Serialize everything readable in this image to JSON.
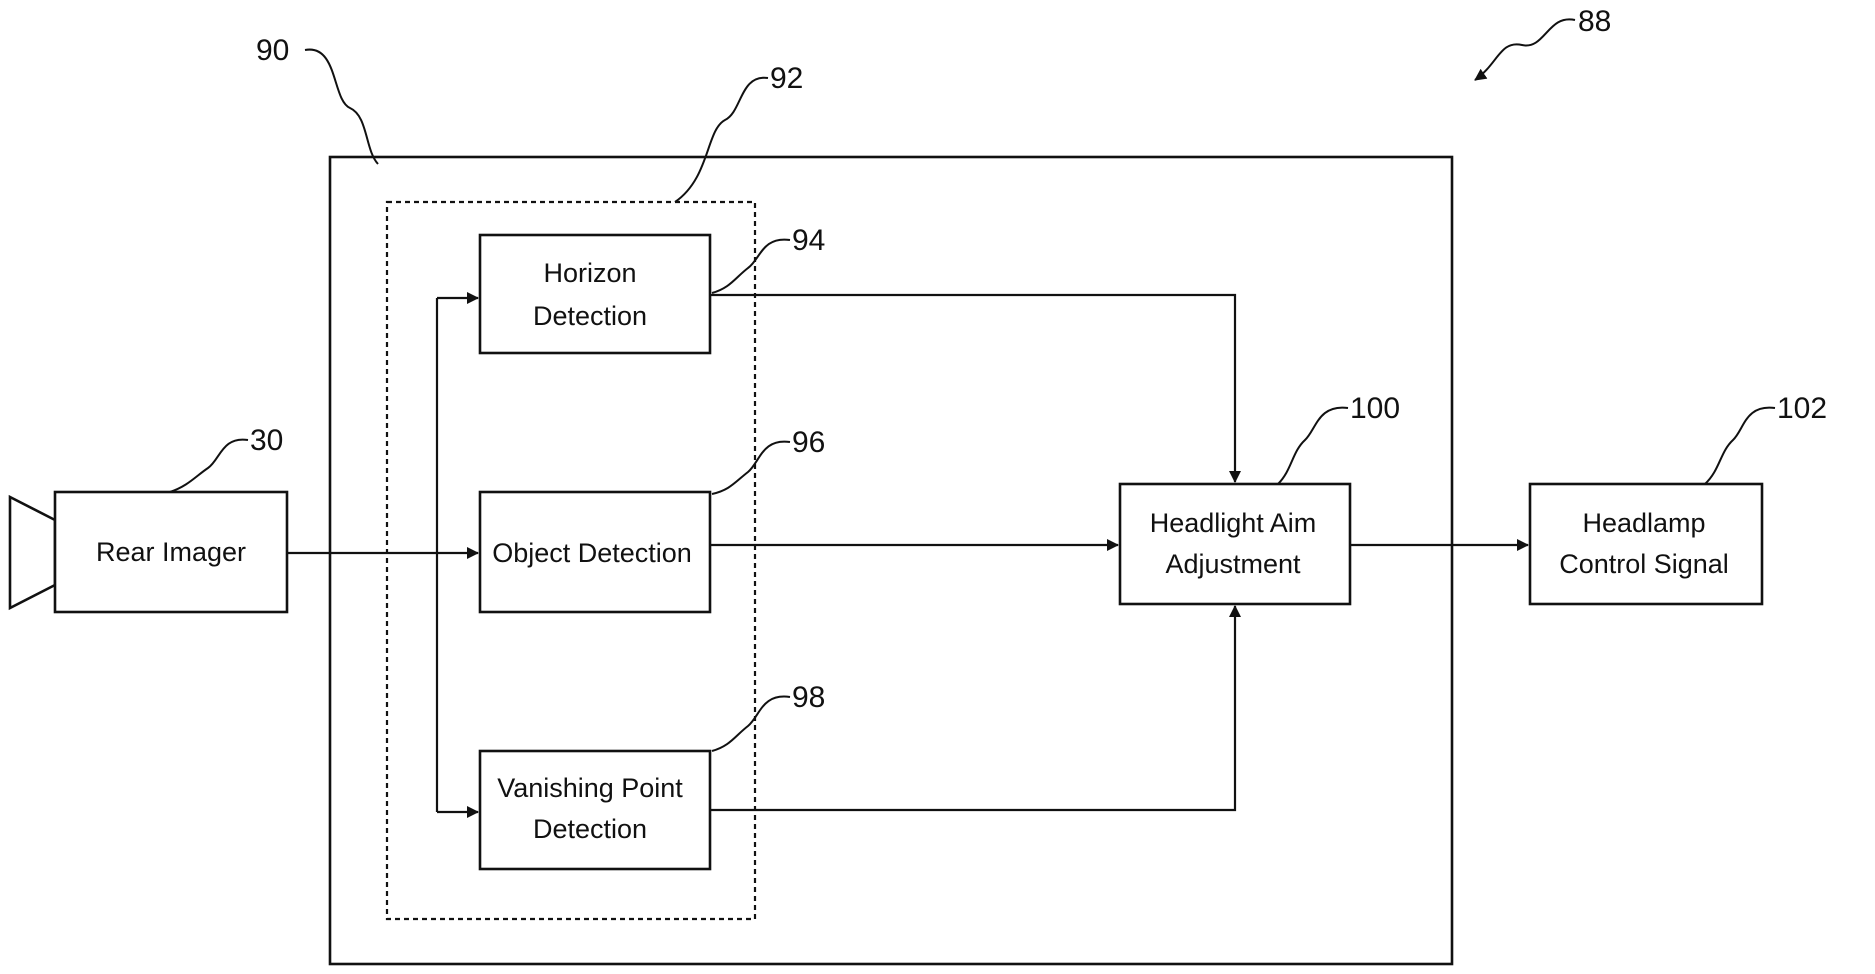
{
  "blocks": {
    "rear_imager": "Rear Imager",
    "horizon_l1": "Horizon",
    "horizon_l2": "Detection",
    "object": "Object Detection",
    "vanishing_l1": "Vanishing Point",
    "vanishing_l2": "Detection",
    "aim_l1": "Headlight Aim",
    "aim_l2": "Adjustment",
    "signal_l1": "Headlamp",
    "signal_l2": "Control Signal"
  },
  "refs": {
    "system": "88",
    "controller": "90",
    "image_processor": "92",
    "horizon": "94",
    "object": "96",
    "vanishing": "98",
    "aim": "100",
    "signal": "102",
    "imager": "30"
  }
}
